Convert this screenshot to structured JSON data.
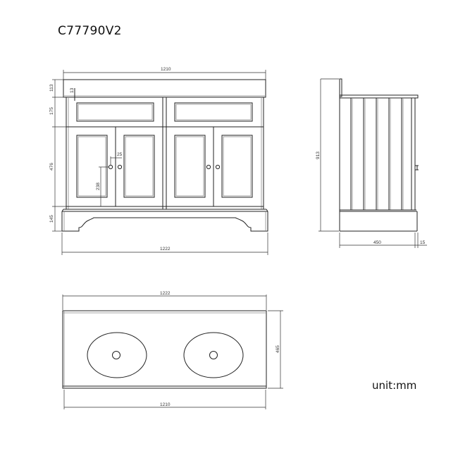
{
  "title": "C77790V2",
  "unit_label": "unit:mm",
  "front_view": {
    "dims": {
      "top_width": "1210",
      "bottom_width": "1222",
      "countertop_height": "113",
      "countertop_thickness": "13",
      "drawer_height": "175",
      "door_height": "476",
      "plinth_height": "145",
      "knob_spacing": "25",
      "knob_height": "238"
    }
  },
  "side_view": {
    "dims": {
      "total_height": "913",
      "depth": "450",
      "overhang": "15"
    }
  },
  "top_view": {
    "dims": {
      "outer_width": "1222",
      "inner_width": "1210",
      "depth": "465"
    }
  }
}
